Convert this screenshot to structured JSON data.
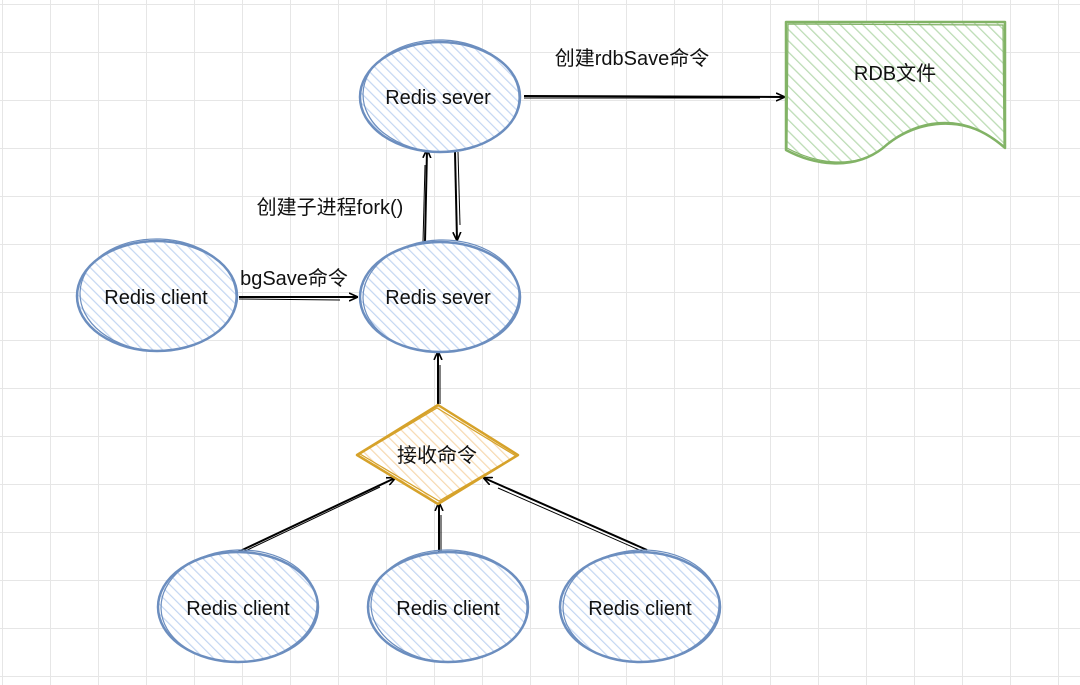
{
  "nodes": {
    "server_top": "Redis sever",
    "server_mid": "Redis sever",
    "client_left": "Redis client",
    "receive": "接收命令",
    "client_b1": "Redis client",
    "client_b2": "Redis client",
    "client_b3": "Redis client",
    "rdb_file": "RDB文件"
  },
  "edges": {
    "create_rdbsave": "创建rdbSave命令",
    "fork": "创建子进程fork()",
    "bgsave": "bgSave命令"
  },
  "colors": {
    "ellipse_stroke": "#6c8ebf",
    "ellipse_fill": "#dae8fc",
    "diamond_stroke": "#d6a22a",
    "diamond_fill": "#ffe6cc",
    "doc_stroke": "#82b366",
    "doc_fill": "#d5e8d4",
    "line": "#000000"
  }
}
